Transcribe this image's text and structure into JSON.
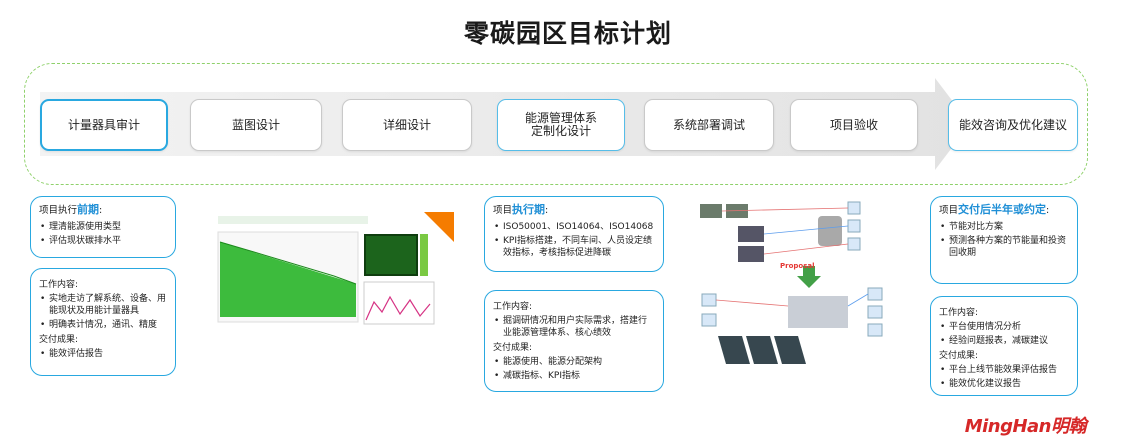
{
  "title": "零碳园区目标计划",
  "steps": [
    {
      "label": "计量器具审计"
    },
    {
      "label": "蓝图设计"
    },
    {
      "label": "详细设计"
    },
    {
      "label": "能源管理体系\n定制化设计"
    },
    {
      "label": "系统部署调试"
    },
    {
      "label": "项目验收"
    },
    {
      "label": "能效咨询及优化建议"
    }
  ],
  "card_early": {
    "prefix": "项目执行",
    "highlight": "前期",
    "suffix": ":",
    "items": [
      "理清能源使用类型",
      "评估现状碳排水平"
    ]
  },
  "card_early_work": {
    "work_label": "工作内容:",
    "work_items": [
      "实地走访了解系统、设备、用能现状及用能计量器具",
      "明确表计情况，通讯、精度"
    ],
    "deliver_label": "交付成果:",
    "deliver_items": [
      "能效评估报告"
    ]
  },
  "card_exec": {
    "prefix": "项目",
    "highlight": "执行期",
    "suffix": ":",
    "items": [
      "ISO50001、ISO14064、ISO14068",
      "KPI指标搭建，不同车间、人员设定绩效指标，考核指标促进降碳"
    ]
  },
  "card_exec_work": {
    "work_label": "工作内容:",
    "work_items": [
      "掘调研情况和用户实际需求，搭建行业能源管理体系、核心绩效"
    ],
    "deliver_label": "交付成果:",
    "deliver_items": [
      "能源使用、能源分配架构",
      "减碳指标、KPI指标"
    ]
  },
  "card_after": {
    "prefix": "项目",
    "highlight": "交付后半年或约定",
    "suffix": ":",
    "items": [
      "节能对比方案",
      "预测各种方案的节能量和投资回收期"
    ]
  },
  "card_after_work": {
    "work_label": "工作内容:",
    "work_items": [
      "平台使用情况分析",
      "经验问题报表，减碳建议"
    ],
    "deliver_label": "交付成果:",
    "deliver_items": [
      "平台上线节能效果评估报告",
      "能效优化建议报告"
    ]
  },
  "hvac_label": "Proposal",
  "logo": {
    "latin": "MingHan",
    "cjk": "明翰"
  },
  "colors": {
    "accent_blue": "#29a8e0",
    "frame_green": "#8fd16b",
    "logo_red": "#d62828",
    "highlight_blue": "#1f8fd6"
  }
}
